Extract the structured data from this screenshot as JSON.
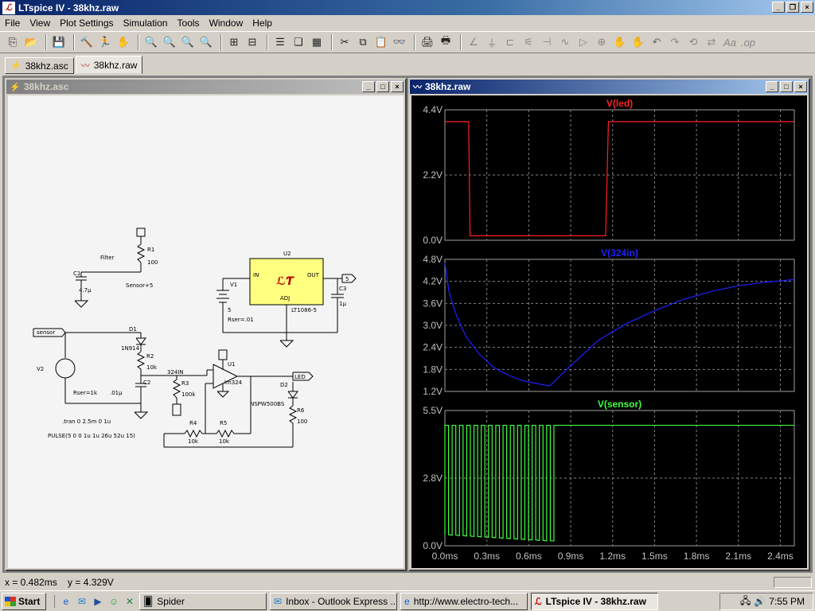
{
  "window": {
    "title": "LTspice IV - 38khz.raw",
    "app_icon": "ltspice-logo-icon"
  },
  "menu": [
    "File",
    "View",
    "Plot Settings",
    "Simulation",
    "Tools",
    "Window",
    "Help"
  ],
  "toolbar_icons": [
    "new-schematic-icon",
    "open-icon",
    "save-icon",
    "control-panel-icon",
    "run-icon",
    "halt-icon",
    "zoom-in-icon",
    "zoom-out-icon",
    "zoom-fit-icon",
    "zoom-cancel-icon",
    "autorange-icon",
    "grid-icon",
    "tile-horizontal-icon",
    "cascade-icon",
    "tile-icon",
    "cut-icon",
    "copy-icon",
    "paste-icon",
    "find-icon",
    "print-setup-icon",
    "print-icon",
    "wire-icon",
    "ground-icon",
    "label-icon",
    "resistor-icon",
    "capacitor-icon",
    "inductor-icon",
    "diode-icon",
    "component-icon",
    "move-icon",
    "drag-icon",
    "undo-icon",
    "redo-icon",
    "rotate-icon",
    "mirror-icon",
    "text-icon",
    "spice-directive-icon"
  ],
  "tabs": [
    {
      "label": "38khz.asc",
      "icon": "schematic-icon"
    },
    {
      "label": "38khz.raw",
      "icon": "waveform-icon"
    }
  ],
  "schematic_window": {
    "title": "38khz.asc",
    "labels": {
      "r1": "R1",
      "r1v": "100",
      "filter": "Filter",
      "c1": "C1",
      "c1v": "4.7µ",
      "sensor5": "Sensor+5",
      "u2": "U2",
      "in": "IN",
      "out": "OUT",
      "adj": "ADJ",
      "u2part": "LT1086-5",
      "out5": "5",
      "v1": "V1",
      "v1v": "5",
      "rser01": "Rser=.01",
      "c3": "C3",
      "c3v": "1µ",
      "sensor": "sensor",
      "d1": "D1",
      "d1part": "1N914",
      "r2": "R2",
      "r2v": "10k",
      "v2": "V2",
      "rser1k": "Rser=1k",
      "c2": "C2",
      "c2v": ".01µ",
      "n324in": "324IN",
      "u1": "U1",
      "u1part": "lm324",
      "r3": "R3",
      "r3v": "100k",
      "led": "LED",
      "d2": "D2",
      "d2part": "NSPW500BS",
      "r6": "R6",
      "r6v": "100",
      "r4": "R4",
      "r4v": "10k",
      "r5": "R5",
      "r5v": "10k",
      "tran": ".tran 0 2.5m 0 1u",
      "pulse": "PULSE(5 0 0 1u 1u 26u 52u 15)"
    }
  },
  "plot_window": {
    "title": "38khz.raw",
    "x_ticks": [
      "0.0ms",
      "0.3ms",
      "0.6ms",
      "0.9ms",
      "1.2ms",
      "1.5ms",
      "1.8ms",
      "2.1ms",
      "2.4ms"
    ]
  },
  "chart_data": [
    {
      "type": "line",
      "title": "V(led)",
      "color": "#ff2020",
      "xlim": [
        0,
        2.5
      ],
      "ylim": [
        0,
        4.4
      ],
      "y_ticks": [
        "4.4V",
        "2.2V",
        "0.0V"
      ],
      "x": [
        0,
        0.17,
        0.18,
        1.15,
        1.17,
        2.5
      ],
      "y": [
        4.0,
        4.0,
        0.15,
        0.15,
        4.0,
        4.0
      ]
    },
    {
      "type": "line",
      "title": "V(324in)",
      "color": "#2020ff",
      "xlim": [
        0,
        2.5
      ],
      "ylim": [
        1.2,
        4.8
      ],
      "y_ticks": [
        "4.8V",
        "4.2V",
        "3.6V",
        "3.0V",
        "2.4V",
        "1.8V",
        "1.2V"
      ],
      "x": [
        0,
        0.03,
        0.08,
        0.15,
        0.25,
        0.35,
        0.45,
        0.55,
        0.65,
        0.75,
        0.9,
        1.1,
        1.3,
        1.5,
        1.7,
        1.9,
        2.1,
        2.3,
        2.5
      ],
      "y": [
        4.7,
        3.9,
        3.3,
        2.7,
        2.2,
        1.85,
        1.65,
        1.5,
        1.42,
        1.35,
        1.9,
        2.6,
        3.05,
        3.4,
        3.7,
        3.92,
        4.08,
        4.18,
        4.25
      ]
    },
    {
      "type": "line",
      "title": "V(sensor)",
      "color": "#40ff40",
      "xlim": [
        0,
        2.5
      ],
      "ylim": [
        0,
        5.5
      ],
      "y_ticks": [
        "5.5V",
        "2.8V",
        "0.0V"
      ],
      "pulse_high": 4.9,
      "pulse_low_start": 0.45,
      "pulse_low_end": 0.2,
      "pulse_count": 15,
      "period_ms": 0.052,
      "width_ms": 0.026
    }
  ],
  "status": {
    "cursor": "x = 0.482ms    y = 4.329V"
  },
  "taskbar": {
    "start": "Start",
    "quick_launch": [
      "ie-icon",
      "outlook-icon",
      "media-player-icon",
      "messenger-icon",
      "excel-icon"
    ],
    "tasks": [
      {
        "label": "Spider",
        "icon": "spider-icon"
      },
      {
        "label": "Inbox - Outlook Express ...",
        "icon": "outlook-icon"
      },
      {
        "label": "http://www.electro-tech...",
        "icon": "ie-icon"
      },
      {
        "label": "LTspice IV - 38khz.raw",
        "icon": "ltspice-logo-icon"
      }
    ],
    "clock": "7:55 PM"
  }
}
